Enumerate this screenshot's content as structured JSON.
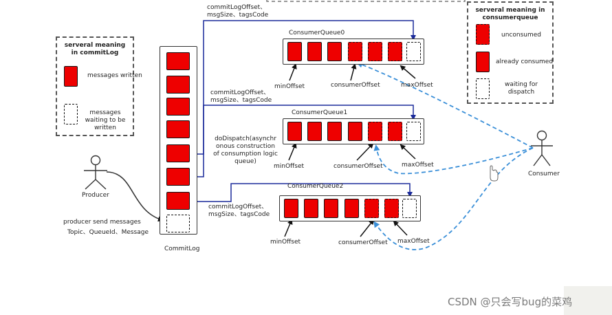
{
  "legend_commitlog": {
    "title": "serveral meaning in commitLog",
    "items": [
      "messages written",
      "messages waiting to be written"
    ]
  },
  "legend_consumequeue": {
    "title": "serveral meaning in consumerqueue",
    "items": [
      "unconsumed",
      "already consumed",
      "waiting for dispatch"
    ]
  },
  "commitlog": {
    "label": "CommitLog"
  },
  "producer": {
    "label": "Producer",
    "send_label": "producer send messages",
    "send_fields": "Topic、QueueId、Message"
  },
  "consumer": {
    "label": "Consumer"
  },
  "dispatch": {
    "entry_label_1": "commitLogOffset、",
    "entry_label_2": "msgSize、tagsCode",
    "do_dispatch": "doDispatch(asynchronous construction of consumption logic queue)"
  },
  "queues": [
    {
      "name": "ConsumerQueue0",
      "min": "minOffset",
      "consumer": "consumerOffset",
      "max": "maxOffset"
    },
    {
      "name": "ConsumerQueue1",
      "min": "minOffset",
      "consumer": "consumerOffset",
      "max": "maxOffset"
    },
    {
      "name": "ConsumerQueue2",
      "min": "minOffset",
      "consumer": "consumerOffset",
      "max": "maxOffset"
    }
  ],
  "watermark": "CSDN @只会写bug的菜鸡",
  "colors": {
    "message": "#ee0000",
    "dispatch_line": "#1a2a9a",
    "consumer_line": "#3a8fd8"
  }
}
